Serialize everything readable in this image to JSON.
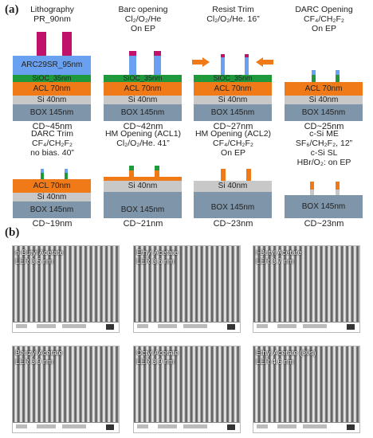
{
  "panel_a_label": "(a)",
  "panel_b_label": "(b)",
  "layers": {
    "arc": "ARC29SR_95nm",
    "sioc": "SiOC_35nm",
    "acl": "ACL 70nm",
    "si": "Si 40nm",
    "box": "BOX 145nm"
  },
  "steps": [
    {
      "title": [
        "Lithography",
        "PR_90nm"
      ],
      "cd": "CD~45nm"
    },
    {
      "title": [
        "Barc opening",
        "Cl₂/O₂/He",
        "On EP"
      ],
      "cd": "CD~42nm"
    },
    {
      "title": [
        "Resist Trim",
        "Cl₂/O₂/He. 16”"
      ],
      "cd": "CD~27nm"
    },
    {
      "title": [
        "DARC Opening",
        "CF₄/CH₂F₂",
        "On EP"
      ],
      "cd": "CD~25nm"
    },
    {
      "title": [
        "DARC Trim",
        "CF₄/CH₂F₂",
        "no bias. 40”"
      ],
      "cd": "CD~19nm"
    },
    {
      "title": [
        "HM Opening (ACL1)",
        "Cl₂/O₂/He. 41”"
      ],
      "cd": "CD~21nm"
    },
    {
      "title": [
        "HM Opening (ACL2)",
        "CF₄/CH₂F₂",
        "On EP"
      ],
      "cd": "CD~23nm"
    },
    {
      "title": [
        "c-Si ME",
        "SF₆/CH₂F₂, 12”",
        "c-Si SL",
        "HBr/O₂: on EP"
      ],
      "cd": "CD~23nm"
    }
  ],
  "sem_images": [
    {
      "name": "n-Butyl Acetate",
      "ler": "LER 3.5 nm"
    },
    {
      "name": "Ethyl Acetate",
      "ler": "LER 3.6 nm"
    },
    {
      "name": "i-Butyl Acetate",
      "ler": "LER 3.7 nm"
    },
    {
      "name": "Benzyl Acetate",
      "ler": "LER 3.9 nm"
    },
    {
      "name": "Octyl Acetate",
      "ler": "LER 3.9 nm"
    },
    {
      "name": "Ethyl Acetate (30s)",
      "ler": "LER 4.6 nm"
    }
  ],
  "colors": {
    "pr": "#c0126a",
    "arc": "#6aa0f0",
    "sioc": "#1e9a3d",
    "acl": "#f07a18",
    "si": "#c8c8c8",
    "box": "#7f95aa",
    "arrow": "#f07a18"
  }
}
